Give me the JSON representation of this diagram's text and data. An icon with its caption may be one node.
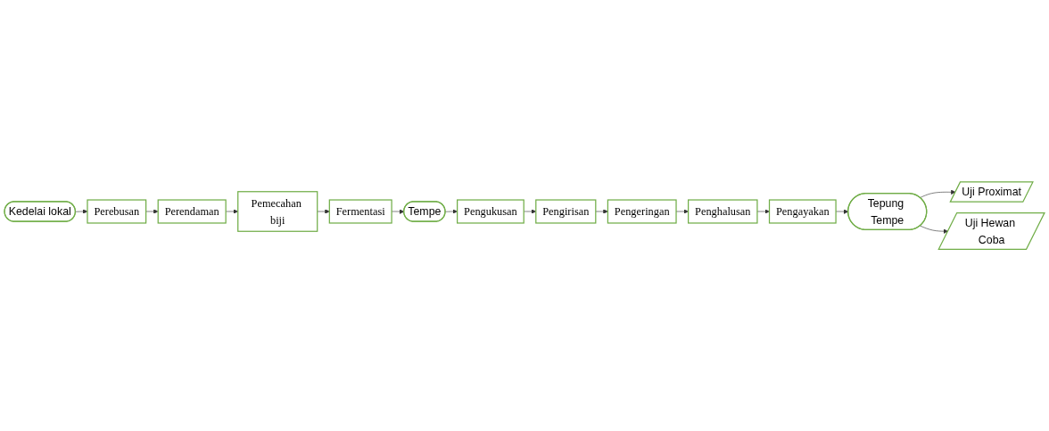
{
  "diagram": {
    "nodes": [
      {
        "text": [
          "Kedelai lokal"
        ]
      },
      {
        "text": [
          "Perebusan"
        ]
      },
      {
        "text": [
          "Perendaman"
        ]
      },
      {
        "text": [
          "Pemecahan biji"
        ]
      },
      {
        "text": [
          "Fermentasi"
        ]
      },
      {
        "text": [
          "Tempe"
        ]
      },
      {
        "text": [
          "Pengukusan"
        ]
      },
      {
        "text": [
          "Pengirisan"
        ]
      },
      {
        "text": [
          "Pengeringan"
        ]
      },
      {
        "text": [
          "Penghalusan"
        ]
      },
      {
        "text": [
          "Pengayakan"
        ]
      },
      {
        "text": [
          "Tepung Tempe"
        ]
      },
      {
        "text": [
          "Uji Proximat"
        ]
      },
      {
        "text": [
          "Uji Hewan Coba"
        ]
      }
    ],
    "edges": [
      {
        "from": 0,
        "to": 1,
        "arrow": "to"
      },
      {
        "from": 1,
        "to": 2,
        "arrow": "to"
      },
      {
        "from": 2,
        "to": 3,
        "arrow": "to"
      },
      {
        "from": 3,
        "to": 4,
        "arrow": "to"
      },
      {
        "from": 4,
        "to": 5,
        "arrow": "to"
      },
      {
        "from": 5,
        "to": 6,
        "arrow": "to"
      },
      {
        "from": 6,
        "to": 7,
        "arrow": "to"
      },
      {
        "from": 7,
        "to": 8,
        "arrow": "to"
      },
      {
        "from": 8,
        "to": 9,
        "arrow": "to"
      },
      {
        "from": 9,
        "to": 10,
        "arrow": "to"
      },
      {
        "from": 10,
        "to": 11,
        "arrow": "to"
      },
      {
        "from": 11,
        "to": 12,
        "arrow": "to"
      },
      {
        "from": 11,
        "to": 13,
        "arrow": "to"
      }
    ]
  }
}
